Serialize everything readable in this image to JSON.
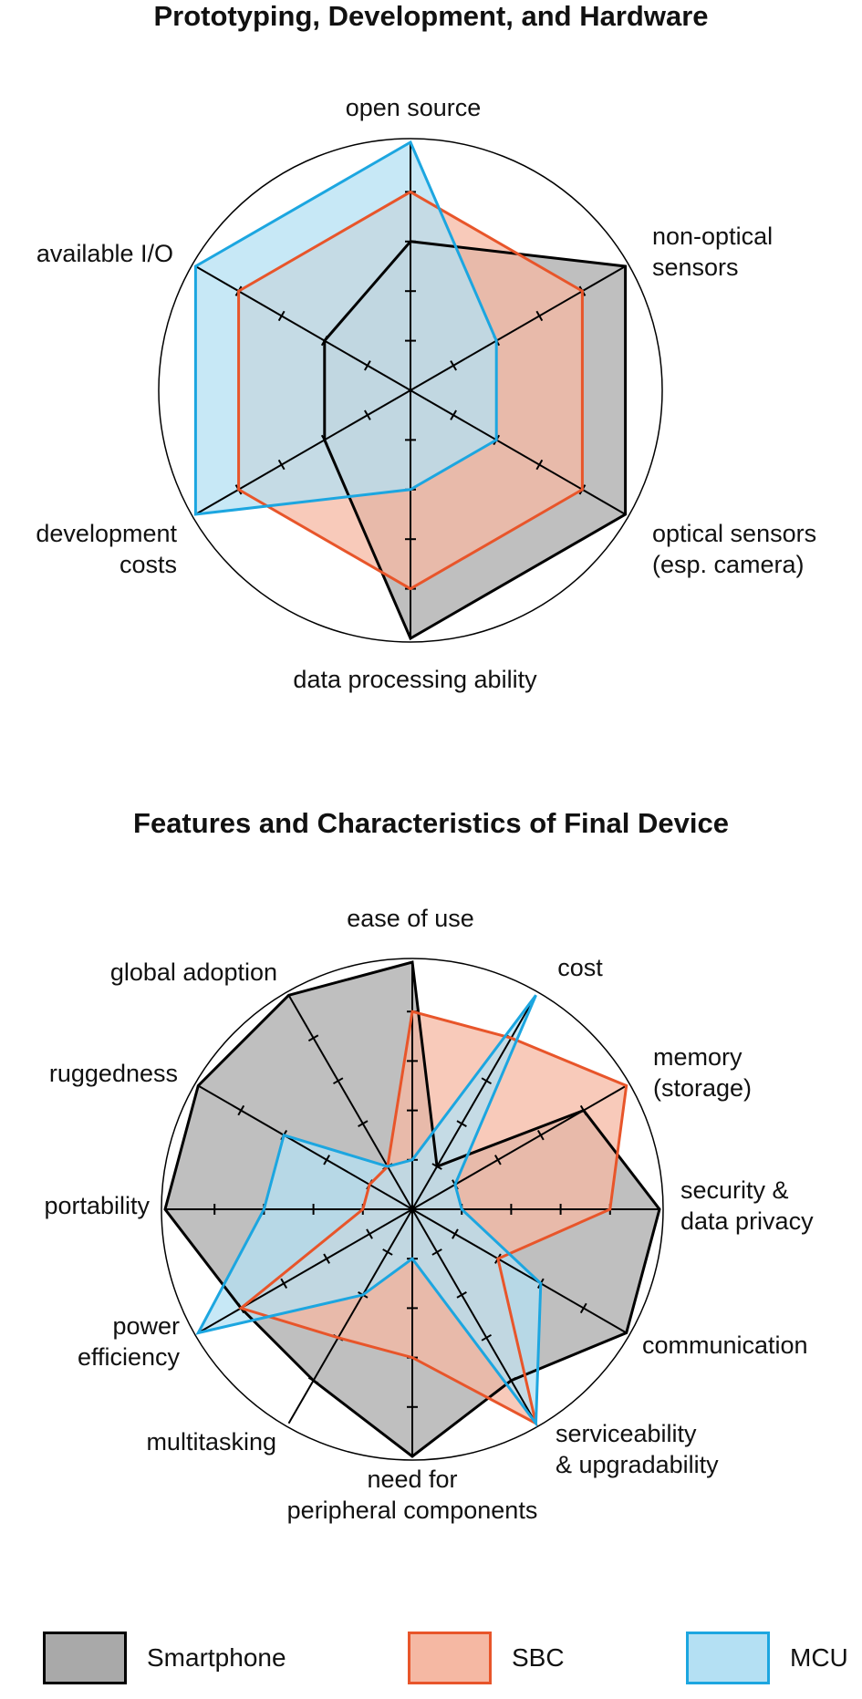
{
  "chart_data": [
    {
      "type": "radar",
      "title": "Prototyping, Development, and Hardware",
      "axes": [
        "open source",
        "non-optical sensors",
        "optical sensors (esp. camera)",
        "data processing ability",
        "development costs",
        "available I/O"
      ],
      "axis_label_lines": [
        [
          "open source"
        ],
        [
          "non-optical",
          "sensors"
        ],
        [
          "optical sensors",
          "(esp. camera)"
        ],
        [
          "data processing ability"
        ],
        [
          "development",
          "costs"
        ],
        [
          "available I/O"
        ]
      ],
      "scale_max": 5,
      "series": [
        {
          "name": "Smartphone",
          "values": [
            3,
            5,
            5,
            5,
            2,
            2
          ]
        },
        {
          "name": "SBC",
          "values": [
            4,
            4,
            4,
            4,
            4,
            4
          ]
        },
        {
          "name": "MCU",
          "values": [
            5,
            2,
            2,
            2,
            5,
            5
          ]
        }
      ]
    },
    {
      "type": "radar",
      "title": "Features and Characteristics of Final Device",
      "axes": [
        "ease of use",
        "cost",
        "memory (storage)",
        "security & data privacy",
        "communication",
        "serviceability & upgradability",
        "need for peripheral components",
        "multitasking",
        "power efficiency",
        "portability",
        "ruggedness",
        "global adoption"
      ],
      "axis_label_lines": [
        [
          "ease of use"
        ],
        [
          "cost"
        ],
        [
          "memory",
          "(storage)"
        ],
        [
          "security &",
          "data privacy"
        ],
        [
          "communication"
        ],
        [
          "serviceability",
          "& upgradability"
        ],
        [
          "need for",
          "peripheral components"
        ],
        [
          "multitasking"
        ],
        [
          "power",
          "efficiency"
        ],
        [
          "portability"
        ],
        [
          "ruggedness"
        ],
        [
          "global adoption"
        ]
      ],
      "scale_max": 5,
      "series": [
        {
          "name": "Smartphone",
          "values": [
            5,
            1,
            4,
            5,
            5,
            4,
            5,
            4,
            4,
            5,
            5,
            5
          ]
        },
        {
          "name": "SBC",
          "values": [
            4,
            4,
            5,
            4,
            2,
            5,
            3,
            3,
            4,
            1,
            1,
            1
          ]
        },
        {
          "name": "MCU",
          "values": [
            1,
            5,
            1,
            1,
            3,
            5,
            1,
            2,
            5,
            3,
            3,
            1
          ]
        }
      ]
    }
  ],
  "colors": {
    "Smartphone": {
      "stroke": "#000000",
      "fill": "#a9a9a9"
    },
    "SBC": {
      "stroke": "#e8552a",
      "fill": "#f5b8a3"
    },
    "MCU": {
      "stroke": "#1ca6e0",
      "fill": "#b4e0f3"
    }
  },
  "legend": [
    {
      "label": "Smartphone",
      "stroke": "#000000",
      "fill": "#a9a9a9"
    },
    {
      "label": "SBC",
      "stroke": "#e8552a",
      "fill": "#f5b8a3"
    },
    {
      "label": "MCU",
      "stroke": "#1ca6e0",
      "fill": "#b4e0f3"
    }
  ]
}
